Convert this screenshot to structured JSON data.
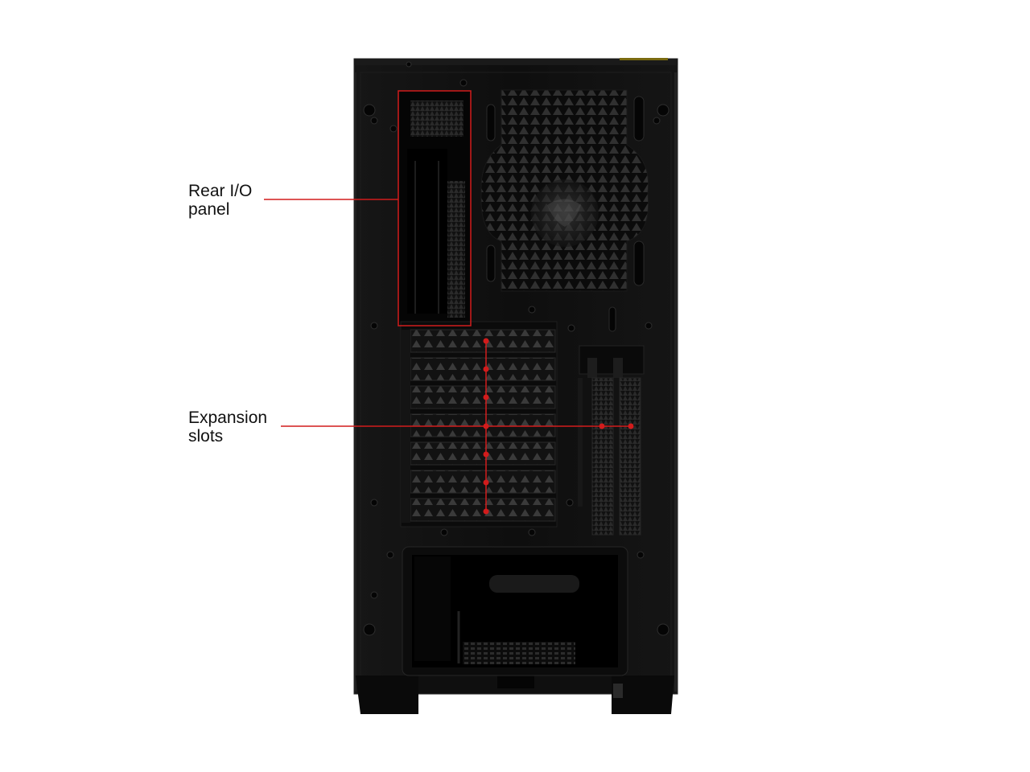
{
  "image": {
    "subject": "PC case rear view",
    "background": "#ffffff",
    "case_color": "#0c0c0c",
    "accent_color": "#d21c1c"
  },
  "callouts": {
    "rear_io": {
      "label": "Rear I/O\npanel"
    },
    "expansion": {
      "label": "Expansion\nslots"
    }
  }
}
